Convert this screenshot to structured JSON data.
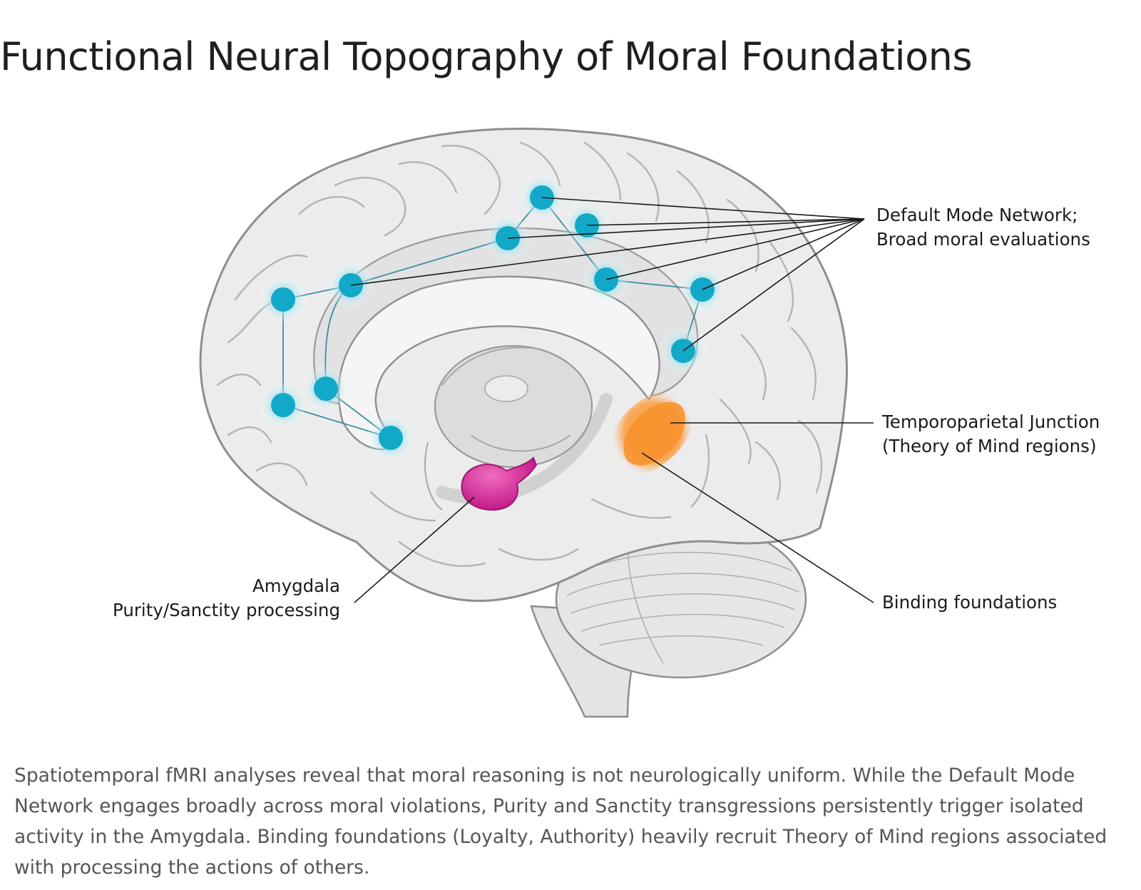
{
  "title": "Functional Neural Topography of Moral Foundations",
  "labels": {
    "dmn": [
      "Default Mode Network;",
      "Broad moral evaluations"
    ],
    "tpj": [
      "Temporoparietal Junction",
      "(Theory of Mind regions)"
    ],
    "binding": "Binding foundations",
    "amygdala": [
      "Amygdala",
      "Purity/Sanctity processing"
    ]
  },
  "caption": "Spatiotemporal fMRI analyses reveal that moral reasoning is not neurologically uniform. While the Default Mode Network engages broadly across moral violations, Purity and Sanctity transgressions persistently trigger isolated activity in the Amygdala. Binding foundations (Loyalty, Authority) heavily recruit Theory of Mind regions associated with processing the actions of others.",
  "colors": {
    "dmn_node": "#12a9c8",
    "dmn_glow": "#7fd9ea",
    "amygdala": "#d9279a",
    "tpj": "#f7932f",
    "brain_fill": "#ececec",
    "brain_stroke": "#8e8e8e"
  }
}
